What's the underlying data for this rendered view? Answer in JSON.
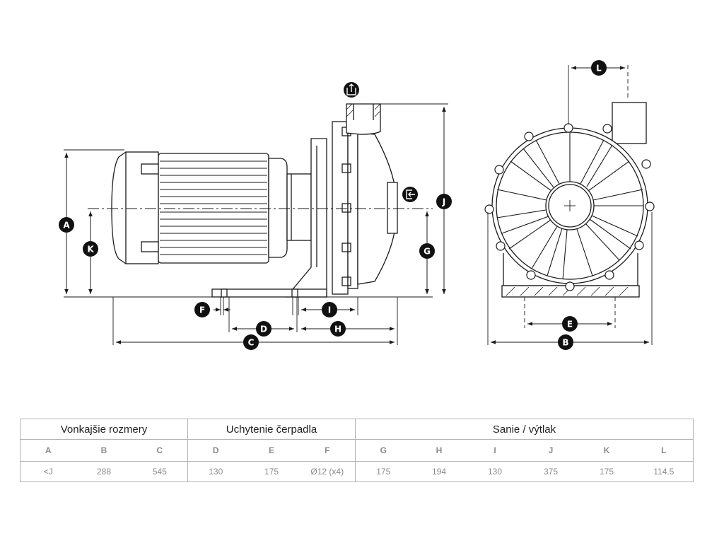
{
  "labels": {
    "A": "A",
    "B": "B",
    "C": "C",
    "D": "D",
    "E": "E",
    "F": "F",
    "G": "G",
    "H": "H",
    "I": "I",
    "J": "J",
    "K": "K",
    "L": "L"
  },
  "table": {
    "groups": [
      "Vonkajšie rozmery",
      "Uchytenie čerpadla",
      "Sanie / výtlak"
    ],
    "letters": [
      "A",
      "B",
      "C",
      "D",
      "E",
      "F",
      "G",
      "H",
      "I",
      "J",
      "K",
      "L"
    ],
    "values": [
      "<J",
      "288",
      "545",
      "130",
      "175",
      "Ø12 (x4)",
      "175",
      "194",
      "130",
      "375",
      "175",
      "114.5"
    ]
  },
  "colors": {
    "line": "#1a1a1a",
    "marker": "#111111",
    "border": "#b4b4b4",
    "muted": "#8a8a8a"
  },
  "icons": {
    "discharge": "discharge-outlet-icon",
    "suction": "suction-inlet-icon"
  }
}
